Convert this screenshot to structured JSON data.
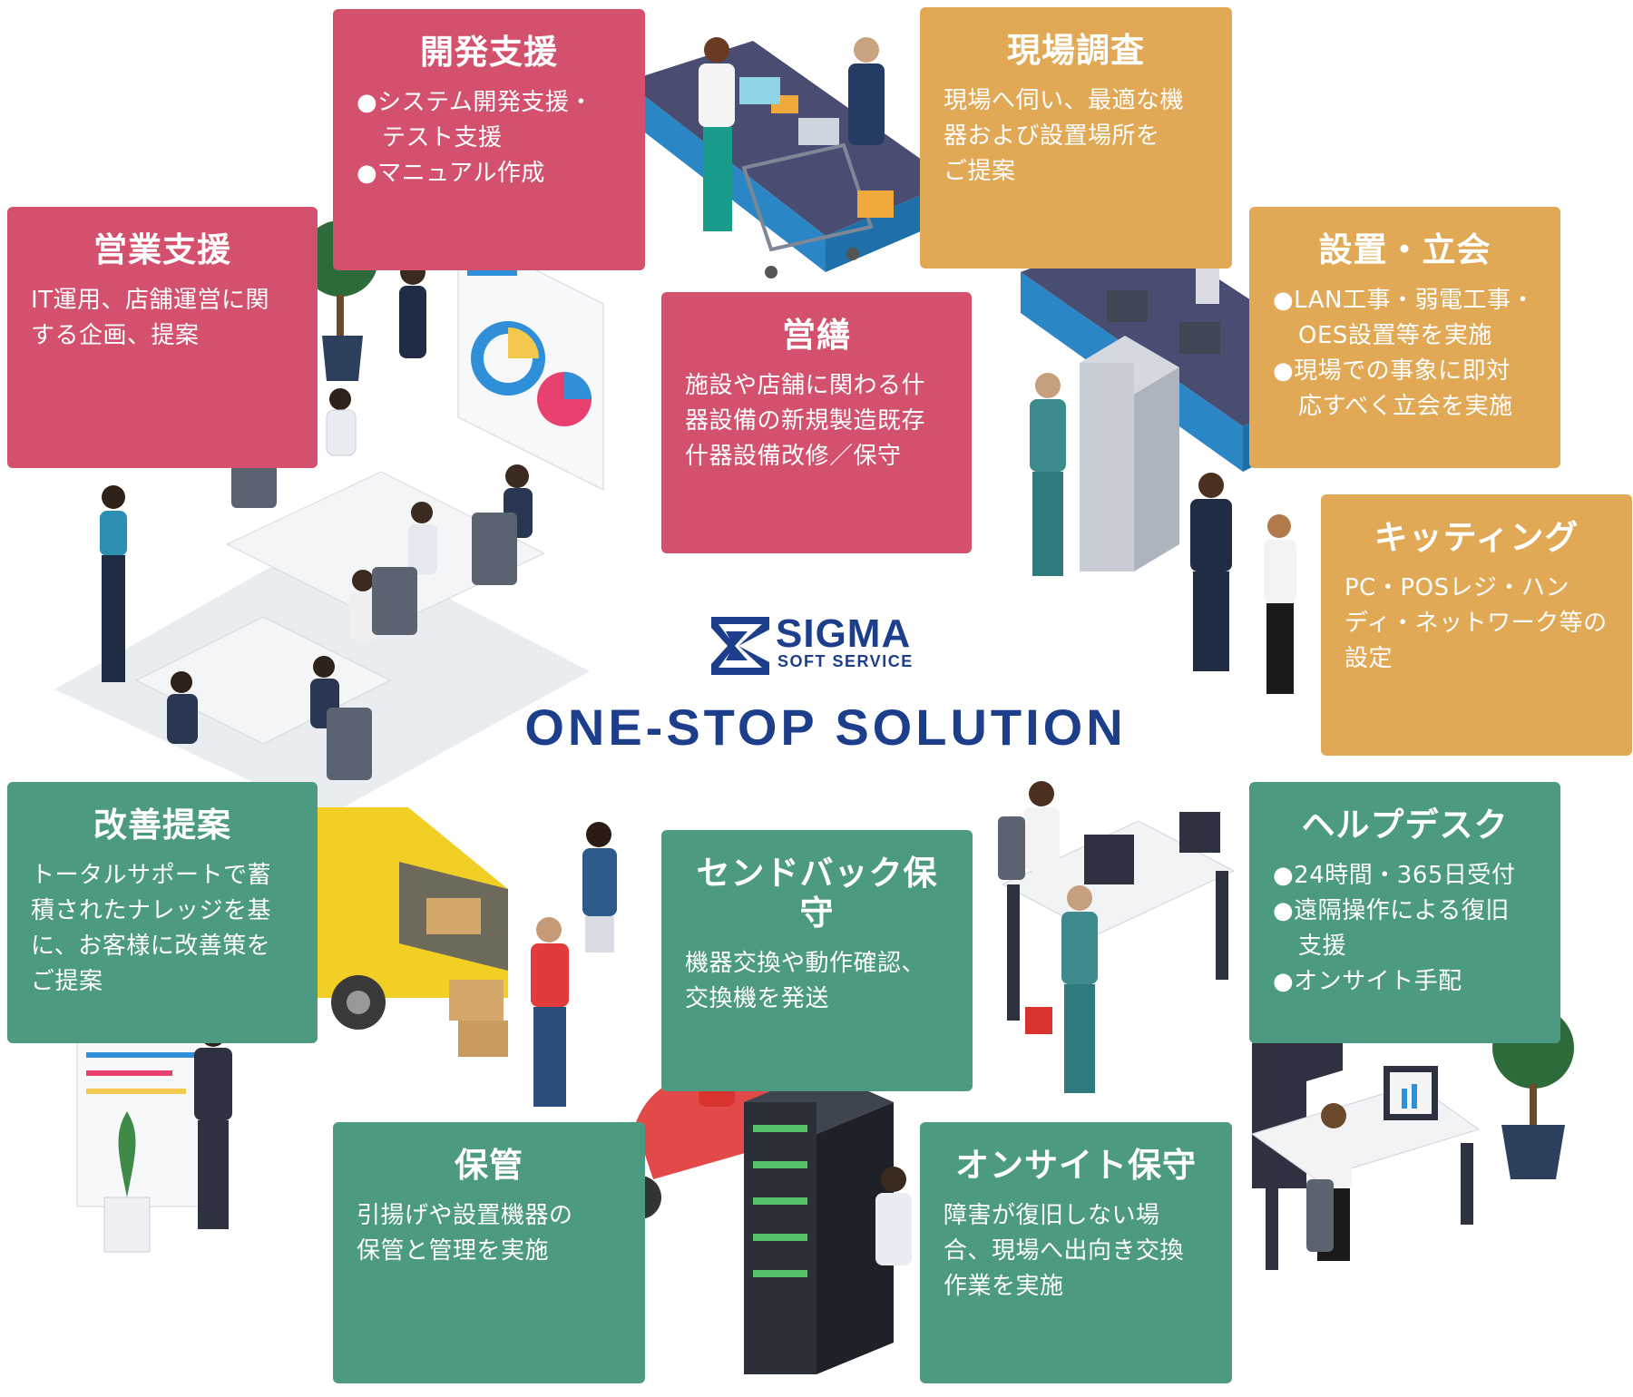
{
  "logo": {
    "name": "SIGMA",
    "subtitle": "SOFT SERVICE",
    "color": "#1d3e8a"
  },
  "headline": "ONE-STOP SOLUTION",
  "colors": {
    "pink": "#d3516d",
    "gold": "#e1a955",
    "green": "#4d9a82",
    "brand_blue": "#1d3e8a"
  },
  "boxes": {
    "kaihatsu": {
      "title": "開発支援",
      "lines": [
        "●システム開発支援・",
        "テスト支援",
        "●マニュアル作成"
      ]
    },
    "genba": {
      "title": "現場調査",
      "lines": [
        "現場へ伺い、最適な機",
        "器および設置場所を",
        "ご提案"
      ]
    },
    "eigyo": {
      "title": "営業支援",
      "lines": [
        "IT運用、店舗運営に関",
        "する企画、提案"
      ]
    },
    "eizen": {
      "title": "営繕",
      "lines": [
        "施設や店舗に関わる什",
        "器設備の新規製造既存",
        "什器設備改修／保守"
      ]
    },
    "setchi": {
      "title": "設置・立会",
      "lines": [
        "●LAN工事・弱電工事・",
        "OES設置等を実施",
        "●現場での事象に即対",
        "応すべく立会を実施"
      ]
    },
    "kitting": {
      "title": "キッティング",
      "lines": [
        "PC・POSレジ・ハン",
        "ディ・ネットワーク等の",
        "設定"
      ]
    },
    "kaizen": {
      "title": "改善提案",
      "lines": [
        "トータルサポートで蓄",
        "積されたナレッジを基",
        "に、お客様に改善策を",
        "ご提案"
      ]
    },
    "sendback": {
      "title": "センドバック保守",
      "lines": [
        "機器交換や動作確認、",
        "交換機を発送"
      ]
    },
    "helpdesk": {
      "title": "ヘルプデスク",
      "lines": [
        "●24時間・365日受付",
        "●遠隔操作による復旧",
        "支援",
        "●オンサイト手配"
      ]
    },
    "hokan": {
      "title": "保管",
      "lines": [
        "引揚げや設置機器の",
        "保管と管理を実施"
      ]
    },
    "onsite": {
      "title": "オンサイト保守",
      "lines": [
        "障害が復旧しない場",
        "合、現場へ出向き交換",
        "作業を実施"
      ]
    }
  }
}
